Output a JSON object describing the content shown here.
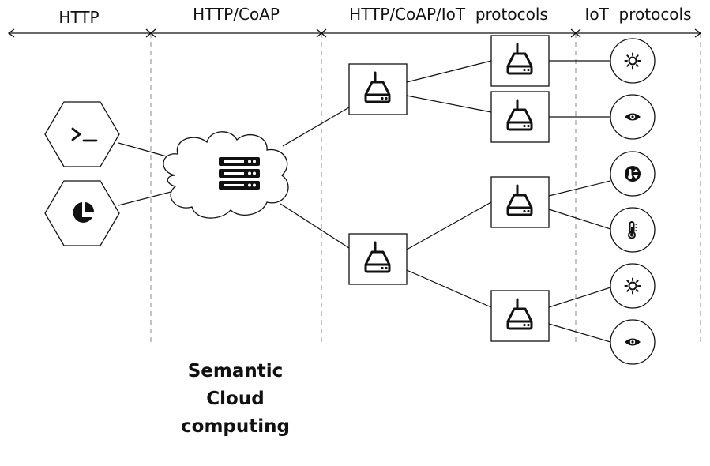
{
  "zones": [
    {
      "id": "http",
      "label": "HTTP"
    },
    {
      "id": "http-coap",
      "label": "HTTP/CoAP"
    },
    {
      "id": "http-coap-iot",
      "label": "HTTP/CoAP/IoT  protocols"
    },
    {
      "id": "iot",
      "label": "IoT  protocols"
    }
  ],
  "caption": {
    "lines": [
      "Semantic",
      "Cloud",
      "computing"
    ]
  },
  "clients": [
    {
      "id": "terminal",
      "icon": "terminal-icon"
    },
    {
      "id": "analytics",
      "icon": "pie-chart-icon"
    }
  ],
  "cloud": {
    "icon": "server-rack-icon"
  },
  "gateways": [
    {
      "id": "gateway-top",
      "icon": "router-icon"
    },
    {
      "id": "gateway-bottom",
      "icon": "router-icon"
    }
  ],
  "edge_routers": [
    {
      "id": "router-1",
      "icon": "router-icon"
    },
    {
      "id": "router-2",
      "icon": "router-icon"
    },
    {
      "id": "router-3",
      "icon": "router-icon"
    },
    {
      "id": "router-4",
      "icon": "router-icon"
    }
  ],
  "devices": [
    {
      "id": "device-1",
      "icon": "light-icon"
    },
    {
      "id": "device-2",
      "icon": "eye-icon"
    },
    {
      "id": "device-3",
      "icon": "thermostat-icon"
    },
    {
      "id": "device-4",
      "icon": "thermometer-icon"
    },
    {
      "id": "device-5",
      "icon": "light-icon"
    },
    {
      "id": "device-6",
      "icon": "eye-icon"
    }
  ],
  "colors": {
    "stroke": "#111111",
    "dashed": "#888888",
    "background": "#ffffff"
  }
}
